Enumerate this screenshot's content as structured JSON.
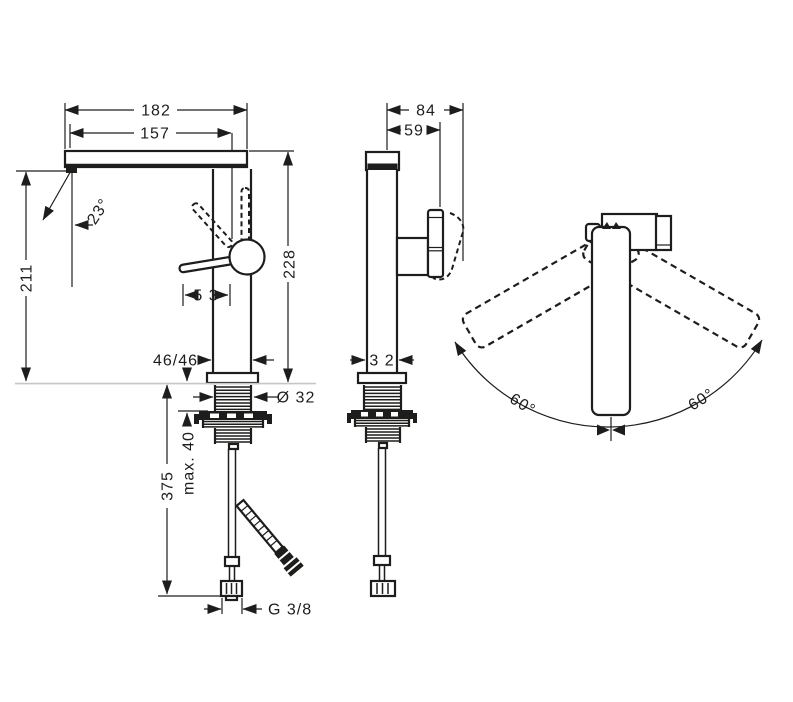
{
  "meta": {
    "background": "#ffffff",
    "line_color": "#1d1d1b",
    "guide_color": "#c6c6c6",
    "drawing_type": "technical dimension drawing, single-lever basin mixer"
  },
  "front_view": {
    "total_width": "182",
    "spout_reach": "157",
    "spout_angle": "23°",
    "spout_height": "211",
    "total_height": "228",
    "lever_length": "5 3",
    "body_clearance": "46/46",
    "shank_diameter": "Ø 32",
    "max_counter_thickness": "max. 40",
    "hose_length": "375",
    "connection_thread": "G 3/8"
  },
  "side_view": {
    "total_depth": "84",
    "handle_depth": "59",
    "body_depth": "3 2"
  },
  "top_view": {
    "swivel_left": "60°",
    "swivel_right": "60°"
  }
}
